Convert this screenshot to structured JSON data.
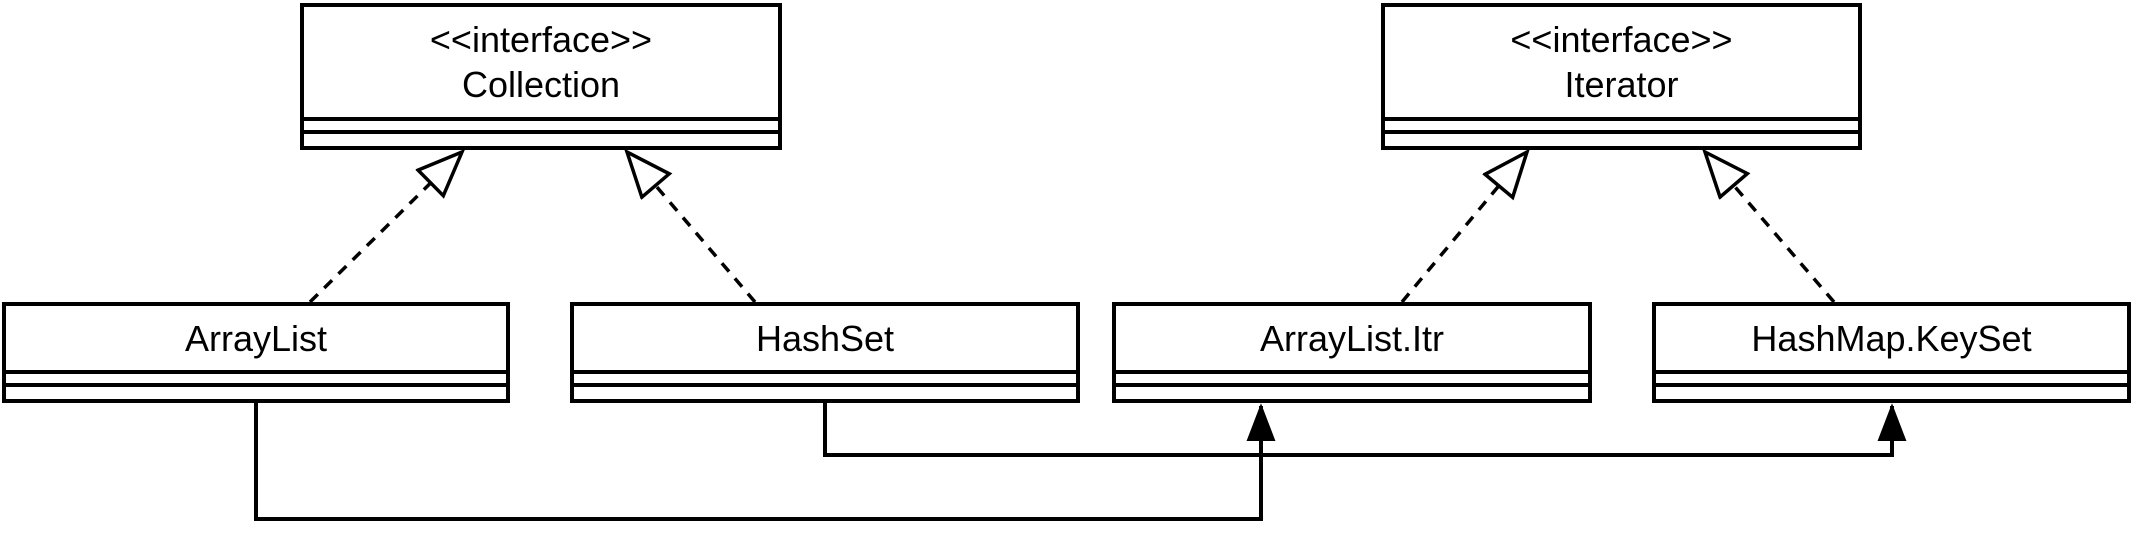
{
  "uml": {
    "colors": {
      "stroke": "#000000",
      "node_fill": "#ffffff",
      "background": "#ffffff"
    },
    "nodes": {
      "collection": {
        "kind": "interface",
        "stereotype": "<<interface>>",
        "name": "Collection"
      },
      "iterator": {
        "kind": "interface",
        "stereotype": "<<interface>>",
        "name": "Iterator"
      },
      "arraylist": {
        "kind": "class",
        "name": "ArrayList"
      },
      "hashset": {
        "kind": "class",
        "name": "HashSet"
      },
      "arraylist_itr": {
        "kind": "class",
        "name": "ArrayList.Itr"
      },
      "hashmap_keyset": {
        "kind": "class",
        "name": "HashMap.KeySet"
      }
    },
    "relationships": [
      {
        "type": "realization",
        "from": "ArrayList",
        "to": "Collection",
        "line": "dashed",
        "arrowhead": "hollow-triangle"
      },
      {
        "type": "realization",
        "from": "HashSet",
        "to": "Collection",
        "line": "dashed",
        "arrowhead": "hollow-triangle"
      },
      {
        "type": "realization",
        "from": "ArrayList.Itr",
        "to": "Iterator",
        "line": "dashed",
        "arrowhead": "hollow-triangle"
      },
      {
        "type": "realization",
        "from": "HashMap.KeySet",
        "to": "Iterator",
        "line": "dashed",
        "arrowhead": "hollow-triangle"
      },
      {
        "type": "association",
        "from": "ArrayList",
        "to": "ArrayList.Itr",
        "line": "solid",
        "arrowhead": "filled-triangle"
      },
      {
        "type": "association",
        "from": "HashSet",
        "to": "HashMap.KeySet",
        "line": "solid",
        "arrowhead": "filled-triangle"
      }
    ]
  }
}
